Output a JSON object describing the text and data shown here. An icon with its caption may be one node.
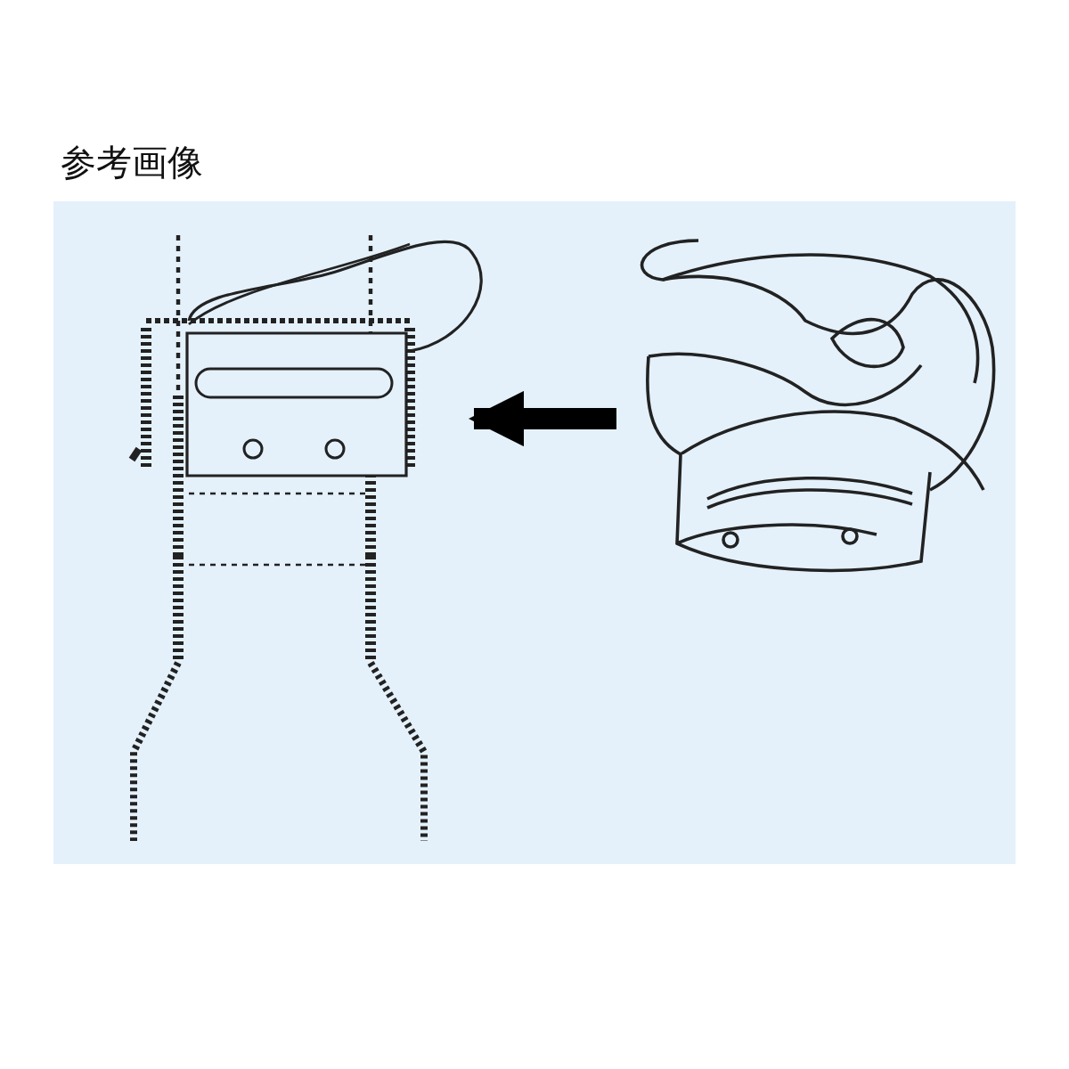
{
  "diagram": {
    "title": "参考画像",
    "nodes": [
      {
        "text": [],
        "shape": "picture"
      },
      {
        "text": [],
        "shape": "picture"
      }
    ],
    "edges": [
      {
        "from": 1,
        "to": 0,
        "arrow": "to"
      }
    ]
  }
}
